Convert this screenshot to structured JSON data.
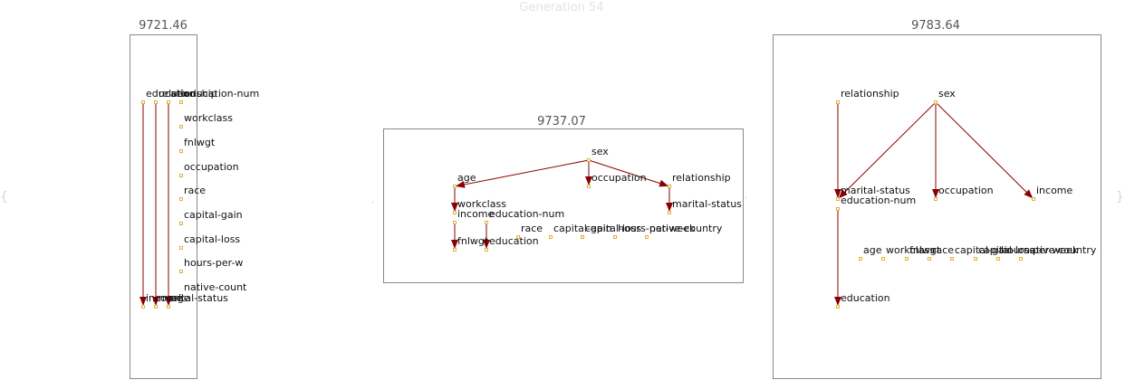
{
  "header": {
    "title": "Generation 54"
  },
  "colors": {
    "edge": "#8b0000",
    "node_border": "#e0b040",
    "frame": "#888888",
    "title": "#e2e2e2"
  },
  "panels": [
    {
      "score": "9721.46",
      "nodes": [
        {
          "label": "education"
        },
        {
          "label": "relationship"
        },
        {
          "label": "sex"
        },
        {
          "label": "education-num"
        },
        {
          "label": "workclass"
        },
        {
          "label": "fnlwgt"
        },
        {
          "label": "occupation"
        },
        {
          "label": "race"
        },
        {
          "label": "capital-gain"
        },
        {
          "label": "capital-loss"
        },
        {
          "label": "hours-per-w"
        },
        {
          "label": "native-count"
        },
        {
          "label": "income"
        },
        {
          "label": "marital-status"
        },
        {
          "label": "age"
        }
      ],
      "edges": [
        [
          0,
          12
        ],
        [
          1,
          13
        ],
        [
          2,
          14
        ]
      ]
    },
    {
      "score": "9737.07",
      "nodes": [
        {
          "label": "sex"
        },
        {
          "label": "age"
        },
        {
          "label": "occupation"
        },
        {
          "label": "relationship"
        },
        {
          "label": "workclass"
        },
        {
          "label": "marital-status"
        },
        {
          "label": "income"
        },
        {
          "label": "education-num"
        },
        {
          "label": "fnlwgt"
        },
        {
          "label": "education"
        },
        {
          "label": "race"
        },
        {
          "label": "capital-gain"
        },
        {
          "label": "capital-loss"
        },
        {
          "label": "hours-per-week"
        },
        {
          "label": "native-country"
        }
      ],
      "edges": [
        [
          0,
          1
        ],
        [
          0,
          2
        ],
        [
          0,
          3
        ],
        [
          1,
          4
        ],
        [
          3,
          5
        ],
        [
          6,
          8
        ],
        [
          7,
          9
        ]
      ]
    },
    {
      "score": "9783.64",
      "nodes": [
        {
          "label": "relationship"
        },
        {
          "label": "sex"
        },
        {
          "label": "marital-status"
        },
        {
          "label": "occupation"
        },
        {
          "label": "income"
        },
        {
          "label": "education-num"
        },
        {
          "label": "education"
        },
        {
          "label": "age"
        },
        {
          "label": "workclass"
        },
        {
          "label": "fnlwgt"
        },
        {
          "label": "race"
        },
        {
          "label": "capital-gain"
        },
        {
          "label": "capital-loss"
        },
        {
          "label": "hours-per-week"
        },
        {
          "label": "native-country"
        }
      ],
      "edges": [
        [
          0,
          2
        ],
        [
          1,
          2
        ],
        [
          1,
          3
        ],
        [
          1,
          4
        ],
        [
          5,
          6
        ]
      ]
    }
  ]
}
